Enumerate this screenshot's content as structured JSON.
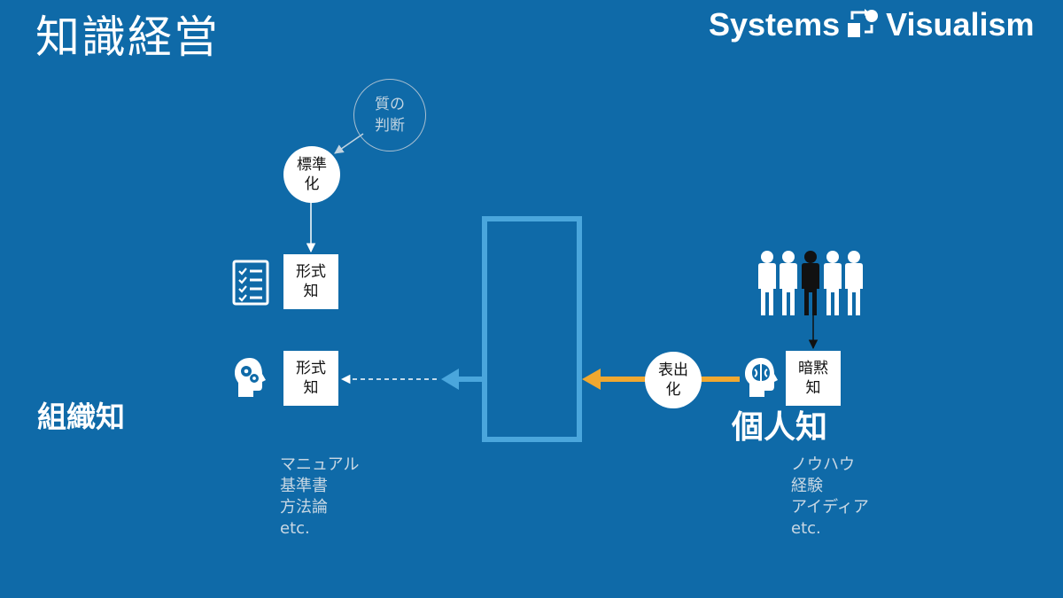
{
  "header": {
    "title": "知識経営",
    "logo_left": "Systems",
    "logo_right": "Visualism"
  },
  "diagram": {
    "quality_judgment": "質の\n判断",
    "standardization": "標準\n化",
    "explicit_knowledge_top": "形式\n知",
    "explicit_knowledge_bottom": "形式\n知",
    "externalization": "表出\n化",
    "tacit_knowledge": "暗黙\n知",
    "organizational_knowledge": "組織知",
    "individual_knowledge": "個人知",
    "org_examples": [
      "マニュアル",
      "基準書",
      "方法論",
      "etc."
    ],
    "indiv_examples": [
      "ノウハウ",
      "経験",
      "アイディア",
      "etc."
    ]
  },
  "colors": {
    "background": "#0f6aa8",
    "frame": "#4aa6dc",
    "accent_arrow": "#f0a830",
    "outline_circle": "#a8bfd1"
  },
  "icons": [
    "checklist-icon",
    "head-gears-icon",
    "people-group-icon",
    "head-brain-icon",
    "systems-visualism-logo-icon"
  ]
}
